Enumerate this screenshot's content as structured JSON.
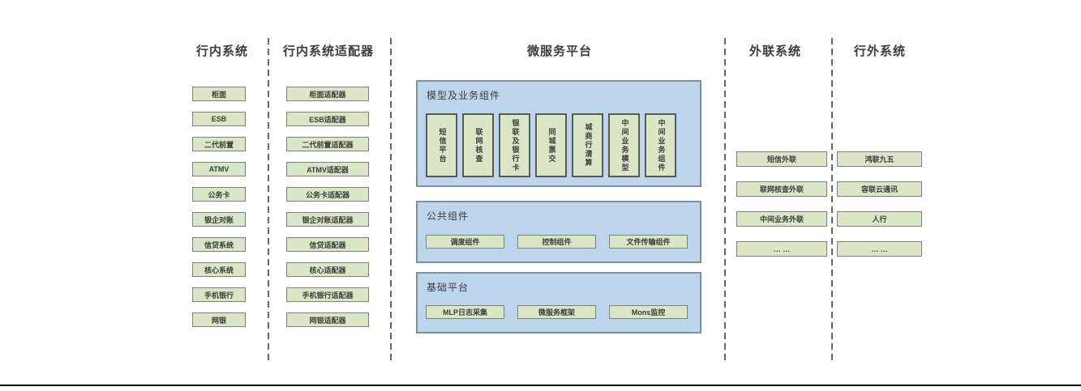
{
  "columns": [
    {
      "title": "行内系统",
      "items": [
        "柜面",
        "ESB",
        "二代前置",
        "ATMV",
        "公务卡",
        "银企对账",
        "信贷系统",
        "核心系统",
        "手机银行",
        "网银"
      ]
    },
    {
      "title": "行内系统适配器",
      "items": [
        "柜面适配器",
        "ESB适配器",
        "二代前置适配器",
        "ATMV适配器",
        "公务卡适配器",
        "银企对账适配器",
        "信贷适配器",
        "核心适配器",
        "手机银行适配器",
        "网银适配器"
      ]
    },
    {
      "title": "微服务平台"
    },
    {
      "title": "外联系统",
      "items": [
        "短信外联",
        "联网核查外联",
        "中间业务外联",
        "… …"
      ]
    },
    {
      "title": "行外系统",
      "items": [
        "鸿联九五",
        "容联云通讯",
        "人行",
        "… …"
      ]
    }
  ],
  "platform": {
    "sections": [
      {
        "title": "模型及业务组件",
        "items": [
          "短信平台",
          "联网核查",
          "银联及银行卡",
          "同城票交",
          "城商行清算",
          "中间业务模型",
          "中间业务组件"
        ]
      },
      {
        "title": "公共组件",
        "items": [
          "调度组件",
          "控制组件",
          "文件传输组件"
        ]
      },
      {
        "title": "基础平台",
        "items": [
          "MLP日志采集",
          "微服务框架",
          "Mons监控"
        ]
      }
    ]
  },
  "colors": {
    "box_fill": "#d9e7c6",
    "box_border": "#7f7f7f",
    "panel_fill": "#bdd6ec",
    "panel_border": "#7f8f9f",
    "text": "#3c3c3c",
    "divider": "#666666",
    "bottom_line": "#000000"
  }
}
